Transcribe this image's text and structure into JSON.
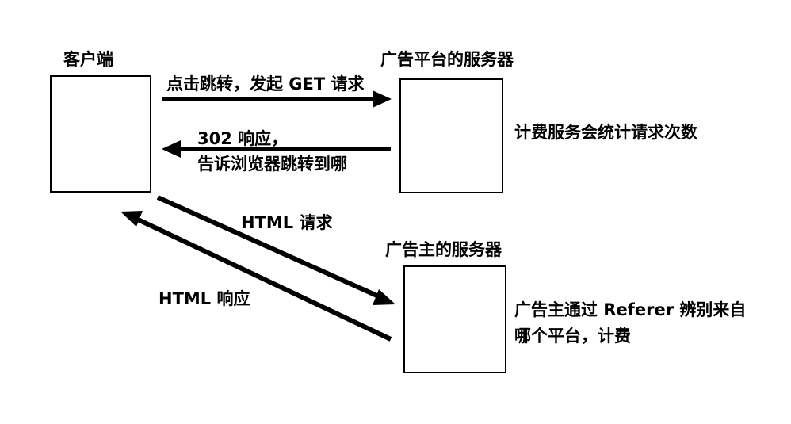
{
  "nodes": {
    "client": {
      "title": "客户端"
    },
    "ad_platform": {
      "title": "广告平台的服务器",
      "note": "计费服务会统计请求次数"
    },
    "advertiser": {
      "title": "广告主的服务器",
      "note_line1": "广告主通过 Referer 辨别来自",
      "note_line2": "哪个平台，计费"
    }
  },
  "edges": {
    "click_redirect": {
      "label": "点击跳转，发起 GET 请求"
    },
    "redirect_response": {
      "label_line1": "302 响应，",
      "label_line2": "告诉浏览器跳转到哪"
    },
    "html_request": {
      "label": "HTML 请求"
    },
    "html_response": {
      "label": "HTML 响应"
    }
  },
  "colors": {
    "stroke": "#000000",
    "background": "#ffffff"
  }
}
